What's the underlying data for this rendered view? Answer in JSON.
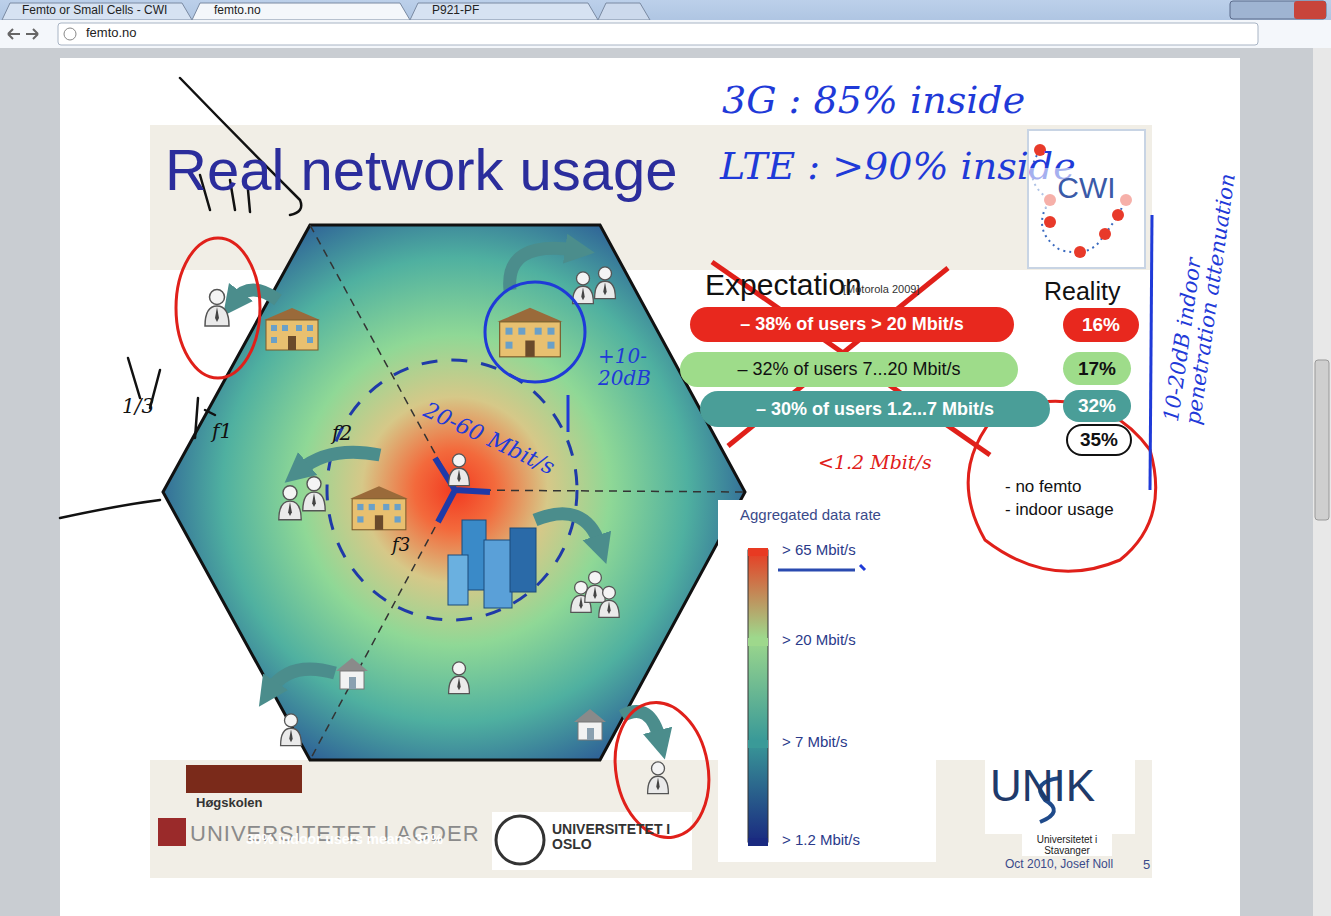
{
  "diagram": {
    "title": "Real network usage",
    "nodes": [
      {
        "text": [
          "CWI"
        ]
      },
      {
        "text": [
          "– 38% of users > 20 Mbit/s"
        ]
      },
      {
        "text": [
          "– 32% of users 7...20 Mbit/s"
        ]
      },
      {
        "text": [
          "– 30% of users 1.2...7 Mbit/s"
        ]
      },
      {
        "text": [
          "16%"
        ]
      },
      {
        "text": [
          "17%"
        ]
      },
      {
        "text": [
          "32%"
        ]
      },
      {
        "text": [
          "35%"
        ]
      }
    ],
    "labels": [
      "Femto or Small Cells - CWI",
      "femto.no",
      "P921-PF",
      "femto.no",
      "3G : 85% inside",
      "LTE : >90% inside",
      "10-20dB indoor penetration attenuation",
      "Expectation",
      "[Motorola 2009]",
      "Reality",
      "+10-20dB",
      "20-60 Mbit/s",
      "f1",
      "f2",
      "f3",
      "1/3",
      "<1.2 Mbit/s",
      "- no femto",
      "- indoor usage",
      "Aggregated data rate",
      "Høgskolen",
      "UNIVERSITETET I AGDER",
      "UNIVERSITETET I OSLO",
      "UNIK",
      "Universitetet i Stavanger",
      "30% indoor users means 30%",
      "Oct 2010, Josef Noll",
      "5"
    ],
    "legend": [
      {
        "text": "> 65 Mbit/s",
        "color": "#e83a22"
      },
      {
        "text": "> 20 Mbit/s",
        "color": "#9ed88c"
      },
      {
        "text": "> 7 Mbit/s",
        "color": "#3a9a98"
      },
      {
        "text": "> 1.2 Mbit/s",
        "color": "#1a2a80"
      }
    ]
  }
}
